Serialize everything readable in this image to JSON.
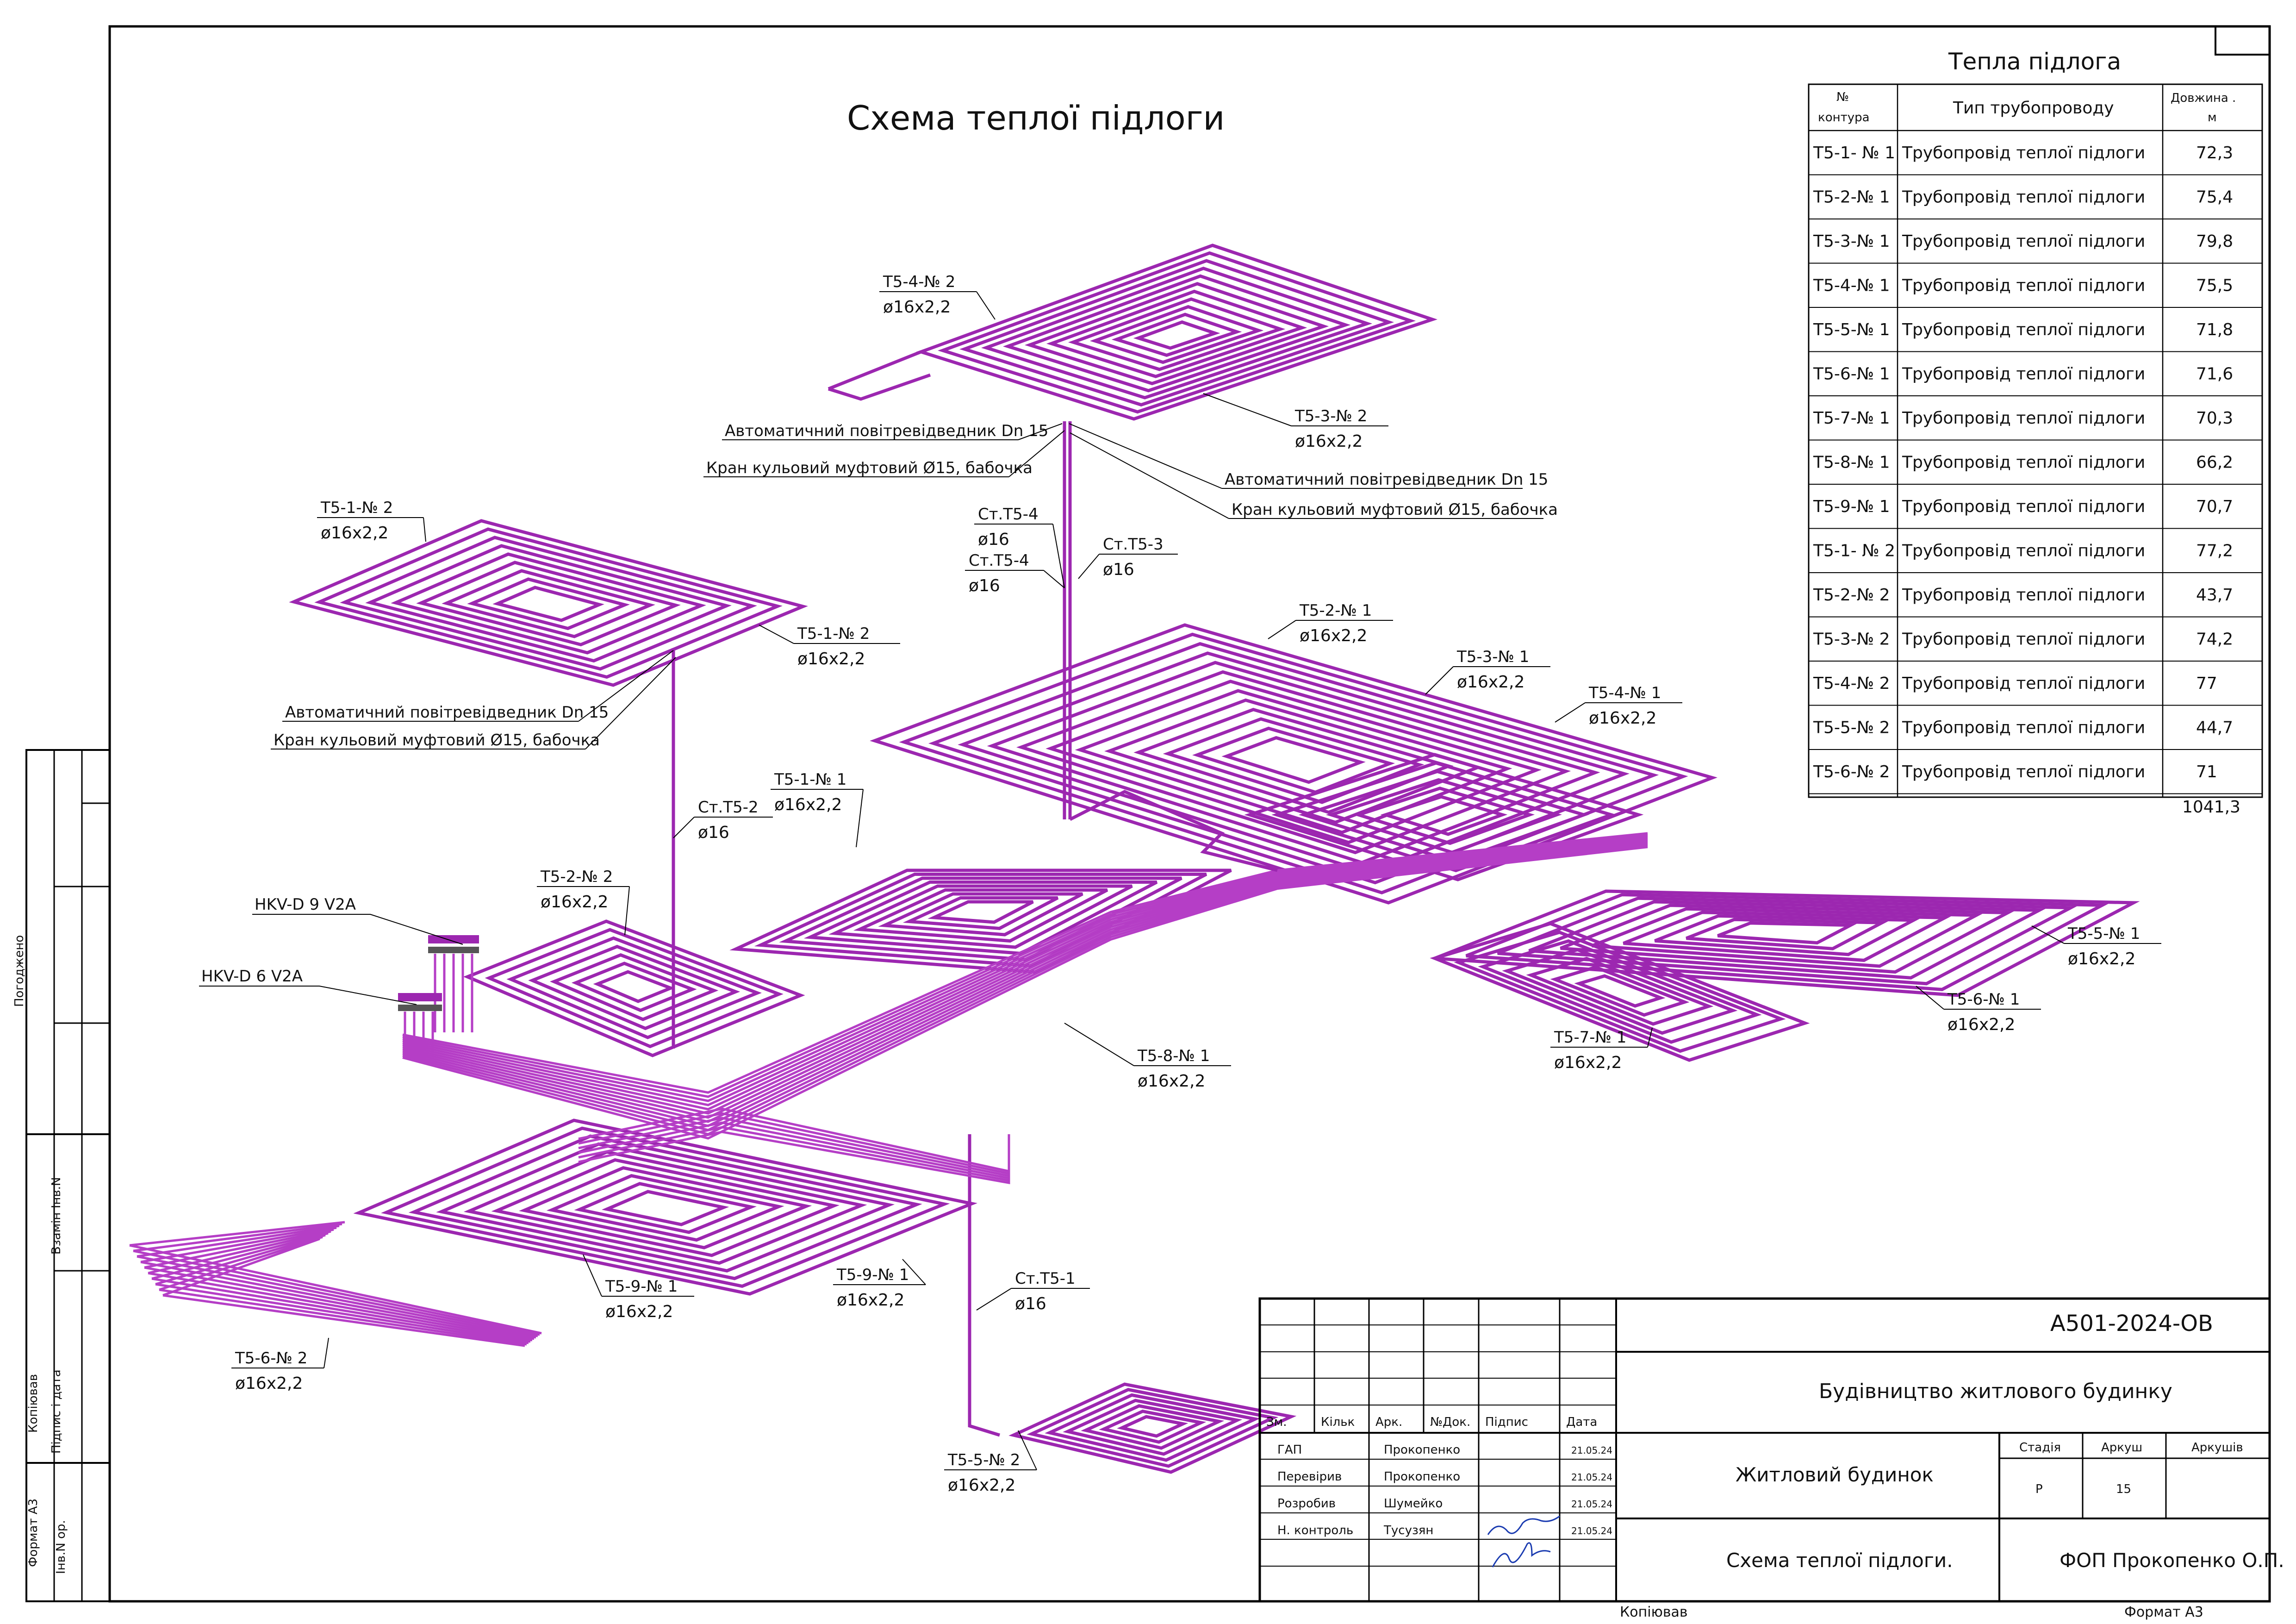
{
  "drawing": {
    "title": "Схема  теплої  підлоги",
    "format_label": "Формат А3",
    "copied_label": "Копіював"
  },
  "side_stamp": {
    "agreed": "Погоджено",
    "replace_inv": "Взамін Інв.N",
    "sign_date": "Підпис і дата",
    "inv_orig": "Інв.N ор.",
    "copied": "Копіював",
    "format": "Формат А3"
  },
  "spec_table": {
    "title": "Тепла  підлога",
    "headers": [
      "№ контура",
      "Тип  трубопроводу",
      "Довжина , м"
    ],
    "rows": [
      [
        "Т5-1- № 1",
        "Трубопровід   теплої  підлоги",
        "72,3"
      ],
      [
        "Т5-2-№ 1",
        "Трубопровід   теплої  підлоги",
        "75,4"
      ],
      [
        "Т5-3-№ 1",
        "Трубопровід   теплої  підлоги",
        "79,8"
      ],
      [
        "Т5-4-№ 1",
        "Трубопровід   теплої  підлоги",
        "75,5"
      ],
      [
        "Т5-5-№ 1",
        "Трубопровід   теплої  підлоги",
        "71,8"
      ],
      [
        "Т5-6-№ 1",
        "Трубопровід   теплої  підлоги",
        "71,6"
      ],
      [
        "Т5-7-№ 1",
        "Трубопровід   теплої  підлоги",
        "70,3"
      ],
      [
        "Т5-8-№ 1",
        "Трубопровід   теплої  підлоги",
        "66,2"
      ],
      [
        "Т5-9-№ 1",
        "Трубопровід   теплої  підлоги",
        "70,7"
      ],
      [
        "Т5-1- № 2",
        "Трубопровід   теплої  підлоги",
        "77,2"
      ],
      [
        "Т5-2-№ 2",
        "Трубопровід   теплої  підлоги",
        "43,7"
      ],
      [
        "Т5-3-№ 2",
        "Трубопровід   теплої  підлоги",
        "74,2"
      ],
      [
        "Т5-4-№ 2",
        "Трубопровід   теплої  підлоги",
        "77"
      ],
      [
        "Т5-5-№ 2",
        "Трубопровід   теплої  підлоги",
        "44,7"
      ],
      [
        "Т5-6-№ 2",
        "Трубопровід   теплої  підлоги",
        "71"
      ]
    ],
    "total": "1041,3"
  },
  "labels": {
    "t542": {
      "name": "Т5-4-№ 2",
      "pipe": "ø16x2,2"
    },
    "t532": {
      "name": "Т5-3-№ 2",
      "pipe": "ø16x2,2"
    },
    "t512a": {
      "name": "Т5-1-№ 2",
      "pipe": "ø16x2,2"
    },
    "t512b": {
      "name": "Т5-1-№ 2",
      "pipe": "ø16x2,2"
    },
    "t521": {
      "name": "Т5-2-№ 1",
      "pipe": "ø16x2,2"
    },
    "t531": {
      "name": "Т5-3-№ 1",
      "pipe": "ø16x2,2"
    },
    "t541": {
      "name": "Т5-4-№ 1",
      "pipe": "ø16x2,2"
    },
    "t511": {
      "name": "Т5-1-№ 1",
      "pipe": "ø16x2,2"
    },
    "t522": {
      "name": "Т5-2-№ 2",
      "pipe": "ø16x2,2"
    },
    "t551": {
      "name": "Т5-5-№ 1",
      "pipe": "ø16x2,2"
    },
    "t561": {
      "name": "Т5-6-№ 1",
      "pipe": "ø16x2,2"
    },
    "t571": {
      "name": "Т5-7-№ 1",
      "pipe": "ø16x2,2"
    },
    "t581": {
      "name": "Т5-8-№ 1",
      "pipe": "ø16x2,2"
    },
    "t591a": {
      "name": "Т5-9-№ 1",
      "pipe": "ø16x2,2"
    },
    "t591b": {
      "name": "Т5-9-№ 1",
      "pipe": "ø16x2,2"
    },
    "t562": {
      "name": "Т5-6-№ 2",
      "pipe": "ø16x2,2"
    },
    "t552": {
      "name": "Т5-5-№ 2",
      "pipe": "ø16x2,2"
    },
    "st54a": {
      "name": "Ст.Т5-4",
      "pipe": "ø16"
    },
    "st54b": {
      "name": "Ст.Т5-4",
      "pipe": "ø16"
    },
    "st53": {
      "name": "Ст.Т5-3",
      "pipe": "ø16"
    },
    "st52": {
      "name": "Ст.Т5-2",
      "pipe": "ø16"
    },
    "st51": {
      "name": "Ст.Т5-1",
      "pipe": "ø16"
    },
    "hkv9": "HKV-D 9 V2A",
    "hkv6": "HKV-D 6 V2A",
    "air_vent_top_left": "Автоматичний    повітревідведник    Dn 15",
    "valve_top_left": "Кран  кульовий  муфтовий   Ø15, бабочка",
    "air_vent_top_right": "Автоматичний    повітревідведник    Dn 15",
    "valve_top_right": "Кран  кульовий  муфтовий   Ø15, бабочка",
    "air_vent_left": "Автоматичний    повітревідведник    Dn 15",
    "valve_left": "Кран  кульовий  муфтовий   Ø15, бабочка"
  },
  "title_block": {
    "code": "А501-2024-ОВ",
    "project": "Будівництво житлового будинку",
    "object": "Житловий будинок",
    "sheet_title": "Схема теплої підлоги.",
    "company": "ФОП Прокопенко О.П.",
    "col_headers": [
      "Зм.",
      "Кільк",
      "Арк.",
      "№Док.",
      "Підпис",
      "Дата"
    ],
    "stage_header": "Стадія",
    "sheet_header": "Аркуш",
    "sheets_header": "Аркушів",
    "stage": "Р",
    "sheet": "15",
    "sheets": "",
    "people": [
      {
        "role": "ГАП",
        "name": "Прокопенко",
        "date": "21.05.24"
      },
      {
        "role": "Перевірив",
        "name": "Прокопенко",
        "date": "21.05.24"
      },
      {
        "role": "Розробив",
        "name": "Шумейко",
        "date": "21.05.24"
      },
      {
        "role": "Н. контроль",
        "name": "Тусузян",
        "date": "21.05.24"
      }
    ]
  },
  "colors": {
    "pipe": "#9c27b0",
    "frame": "#000000"
  }
}
